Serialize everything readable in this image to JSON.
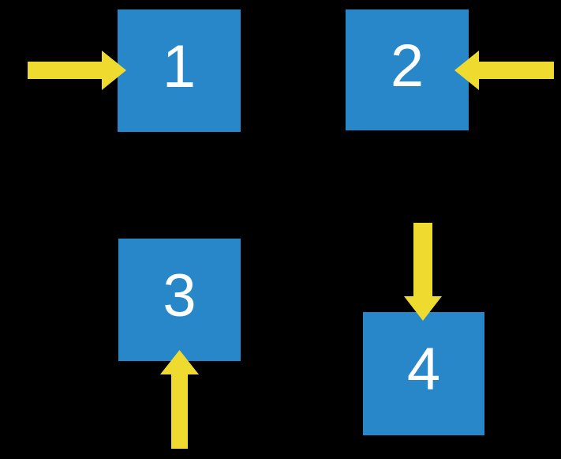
{
  "colors": {
    "background": "#000000",
    "square": "#2787C8",
    "arrow": "#EFDB2F",
    "label": "#FFFFFF"
  },
  "diagram": {
    "description_of_layout": "four numbered blue squares on a black background, each pointed at by a single yellow block arrow",
    "squares": [
      {
        "label": "1",
        "arrow_direction": "right",
        "arrow_points_at": "left edge of square 1"
      },
      {
        "label": "2",
        "arrow_direction": "left",
        "arrow_points_at": "right edge of square 2"
      },
      {
        "label": "3",
        "arrow_direction": "up",
        "arrow_points_at": "bottom edge of square 3"
      },
      {
        "label": "4",
        "arrow_direction": "down",
        "arrow_points_at": "top edge of square 4"
      }
    ]
  }
}
